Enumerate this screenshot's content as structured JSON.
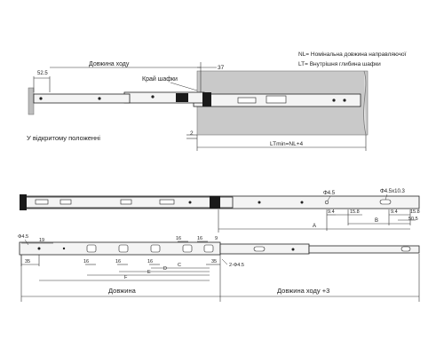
{
  "top": {
    "legend_nl": "NL= Номінальна довжина направляючої",
    "legend_lt": "LT= Внутрішня глибина шафки",
    "stroke_label": "Довжина ходу",
    "edge_label": "Край шафки",
    "open_label": "У відкритому положенні",
    "dim_52_5": "52.5",
    "dim_37": "37",
    "dim_2": "2",
    "lt_formula": "LTmin=NL+4"
  },
  "middle": {
    "dia_left": "Φ4.5",
    "slot_right": "Φ4.5x10.3",
    "dim_9_4_left": "9.4",
    "dim_15_8_left": "15.8",
    "dim_9_4_right": "9.4",
    "dim_15_8_right": "15.8",
    "dim_50_5": "50.5",
    "letter_A": "A",
    "letter_B": "B"
  },
  "bottom": {
    "dia_4_5": "Φ4.5",
    "dim_19": "19",
    "dim_35_left": "35",
    "dim_16_a": "16",
    "dim_16_b": "16",
    "dim_16_c": "16",
    "dim_16_top_a": "16",
    "dim_16_top_b": "16",
    "dim_9": "9",
    "dim_35_right": "35",
    "two_holes": "2-Φ4.5",
    "letter_C": "C",
    "letter_D": "D",
    "letter_E": "E",
    "letter_F": "F",
    "length_label": "Довжина",
    "travel_label": "Довжина ходу +3"
  }
}
